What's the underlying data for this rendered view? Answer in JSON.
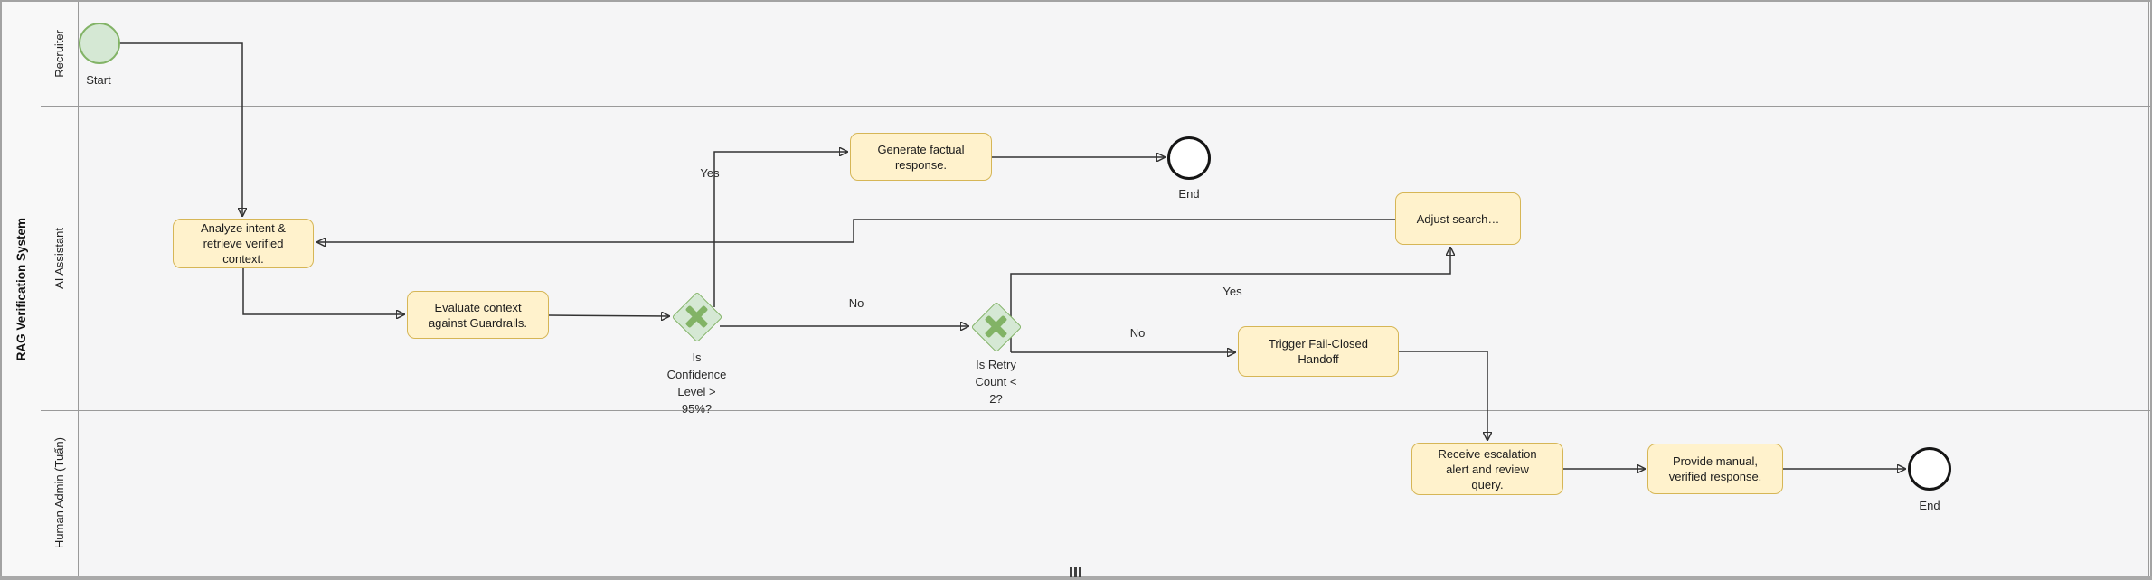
{
  "pool": {
    "title": "RAG Verification System"
  },
  "lanes": [
    {
      "label": "Recruiter"
    },
    {
      "label": "AI Assistant"
    },
    {
      "label": "Human Admin (Tuấn)"
    }
  ],
  "nodes": {
    "start": {
      "label": "Start"
    },
    "analyze": {
      "label": "Analyze intent & retrieve verified context."
    },
    "evaluate": {
      "label": "Evaluate context against Guardrails."
    },
    "gw_confidence": {
      "label": "Is Confidence Level > 95%?"
    },
    "generate": {
      "label": "Generate factual response."
    },
    "end_ai": {
      "label": "End"
    },
    "adjust": {
      "label": "Adjust search…"
    },
    "gw_retry": {
      "label": "Is Retry Count < 2?"
    },
    "trigger": {
      "label": "Trigger Fail-Closed Handoff"
    },
    "receive": {
      "label": "Receive escalation alert and review query."
    },
    "provide": {
      "label": "Provide manual, verified response."
    },
    "end_human": {
      "label": "End"
    }
  },
  "edge_labels": {
    "confidence_yes": "Yes",
    "confidence_no": "No",
    "retry_yes": "Yes",
    "retry_no": "No"
  },
  "colors": {
    "task_fill": "#fff2cc",
    "task_stroke": "#d6b656",
    "event_fill": "#d5e8d4",
    "event_stroke": "#82b366",
    "end_event_stroke": "#151515",
    "connector": "#333333",
    "lane_line": "#9a9a9a",
    "canvas_bg": "#f5f5f6"
  }
}
